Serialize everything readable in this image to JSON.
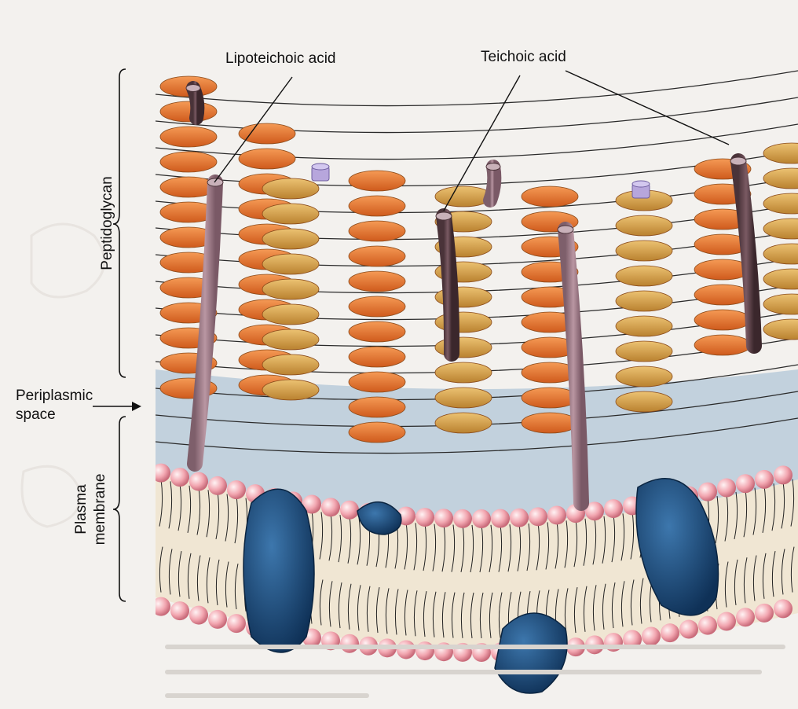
{
  "labels": {
    "lipoteichoic_acid": "Lipoteichoic acid",
    "teichoic_acid": "Teichoic acid",
    "peptidoglycan": "Peptidoglycan",
    "periplasmic_space": "Periplasmic\nspace",
    "plasma_membrane": "Plasma\nmembrane"
  },
  "colors": {
    "background": "#f3f1ee",
    "periplasm": "#c2d1dd",
    "glycan_orange": "#e8782e",
    "glycan_tan": "#d9a24a",
    "teichoic": "#6e5058",
    "lipoteichoic": "#a88592",
    "phospholipid_head": "#f2a6b0",
    "membrane_core": "#f0e6d3",
    "protein": "#1f4f7d",
    "cap": "#b7a6dc"
  }
}
